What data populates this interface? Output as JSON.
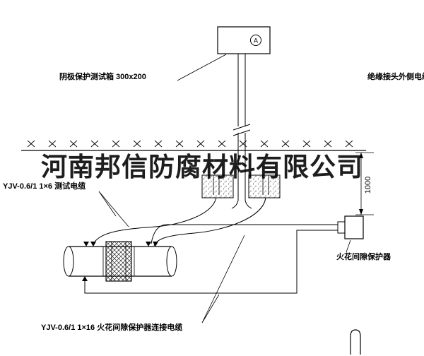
{
  "page": {
    "background": "#ffffff",
    "line_color": "#000000"
  },
  "watermark": {
    "text": "河南邦信防腐材料有限公司",
    "color": "#000000"
  },
  "labels": {
    "test_box": "阴极保护测试箱 300x200",
    "insulated_joint_cable": "绝缘接头外侧电缆",
    "test_cable": "YJV-0.6/1 1×6  测试电缆",
    "spark_gap_protector": "火花间隙保护器",
    "connection_cable": "YJV-0.6/1 1×16  火花间隙保护器连接电缆",
    "dimension_1000": "1000"
  },
  "symbols": {
    "ammeter": "A"
  }
}
